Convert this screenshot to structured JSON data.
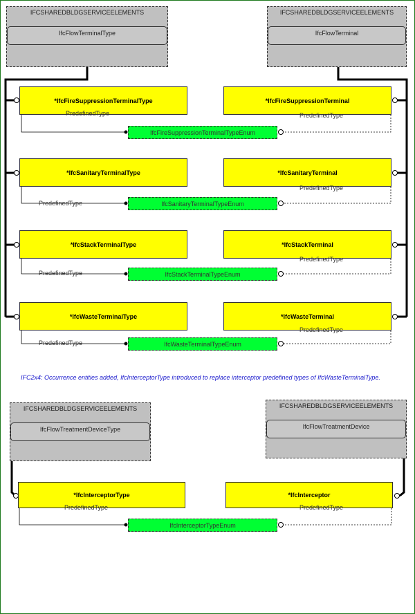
{
  "top_left_schema": {
    "schema": "IFCSHAREDBLDGSERVICEELEMENTS",
    "entity": "IfcFlowTerminalType"
  },
  "top_right_schema": {
    "schema": "IFCSHAREDBLDGSERVICEELEMENTS",
    "entity": "IfcFlowTerminal"
  },
  "groups": [
    {
      "type": "*IfcFireSuppressionTerminalType",
      "occurrence": "*IfcFireSuppressionTerminal",
      "enum": "IfcFireSuppressionTerminalTypeEnum",
      "left_attr": "PredefinedType",
      "right_attr": "PredefinedType"
    },
    {
      "type": "*IfcSanitaryTerminalType",
      "occurrence": "*IfcSanitaryTerminal",
      "enum": "IfcSanitaryTerminalTypeEnum",
      "left_attr": "PredefinedType",
      "right_attr": "PredefinedType"
    },
    {
      "type": "*IfcStackTerminalType",
      "occurrence": "*IfcStackTerminal",
      "enum": "IfcStackTerminalTypeEnum",
      "left_attr": "PredefinedType",
      "right_attr": "PredefinedType"
    },
    {
      "type": "*IfcWasteTerminalType",
      "occurrence": "*IfcWasteTerminal",
      "enum": "IfcWasteTerminalTypeEnum",
      "left_attr": "PredefinedType",
      "right_attr": "PredefinedType"
    }
  ],
  "note": "IFC2x4: Occurrence entities added, IfcInterceptorType introduced to replace interceptor predefined types of IfcWasteTerminalType.",
  "bottom_left_schema": {
    "schema": "IFCSHAREDBLDGSERVICEELEMENTS",
    "entity": "IfcFlowTreatmentDeviceType"
  },
  "bottom_right_schema": {
    "schema": "IFCSHAREDBLDGSERVICEELEMENTS",
    "entity": "IfcFlowTreatmentDevice"
  },
  "interceptor": {
    "type": "*IfcInterceptorType",
    "occurrence": "*IfcInterceptor",
    "enum": "IfcInterceptorTypeEnum",
    "left_attr": "PredefinedType",
    "right_attr": "PredefinedType"
  },
  "colors": {
    "entity": "#ffff00",
    "enum": "#00ff33",
    "schema": "#c0c0c0",
    "frame": "#1e7a1e",
    "note": "#1a1acc"
  }
}
